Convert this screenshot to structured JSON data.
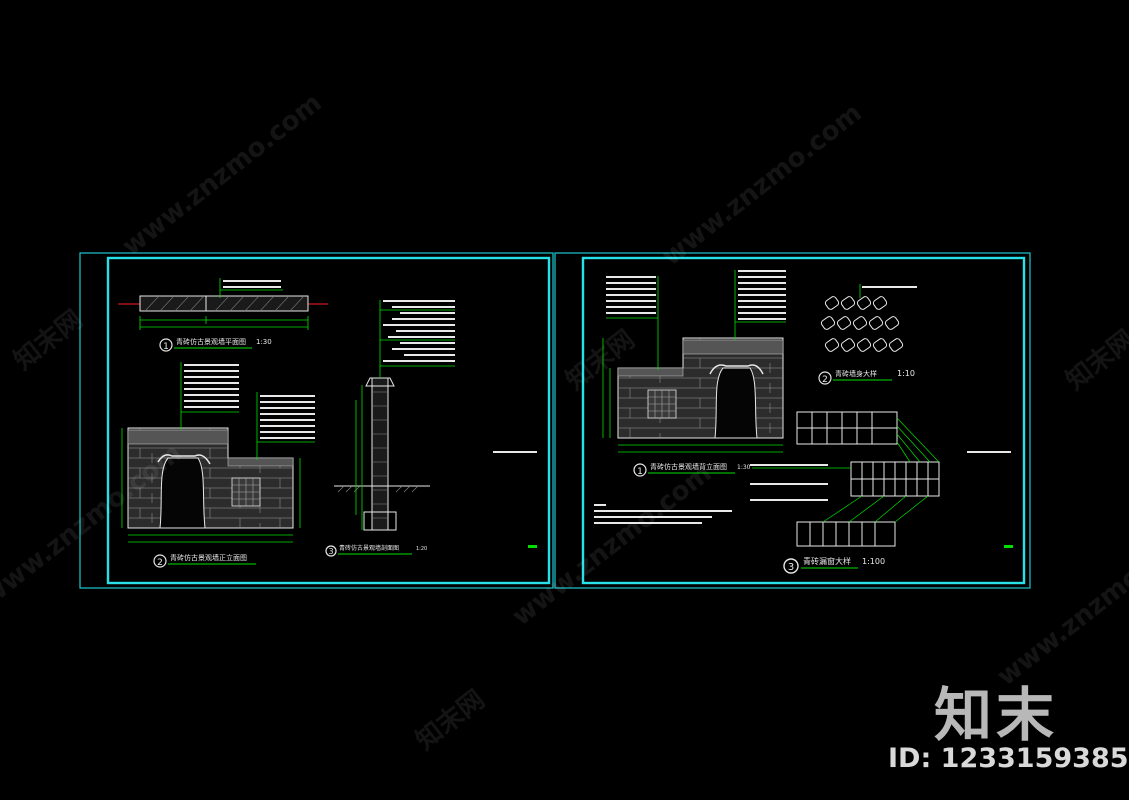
{
  "watermark": {
    "site": "www.znzmo.com",
    "cn": "知末网",
    "logo": "知末",
    "id_label": "ID: 1233159385"
  },
  "sheets": [
    {
      "views": [
        {
          "num": "1",
          "title": "青砖仿古景观墙平面图",
          "scale": "1:30"
        },
        {
          "num": "2",
          "title": "青砖仿古景观墙正立面图",
          "scale": ""
        },
        {
          "num": "3",
          "title": "青砖仿古景观墙剖面图",
          "scale": "1:20"
        }
      ]
    },
    {
      "views": [
        {
          "num": "1",
          "title": "青砖仿古景观墙背立面图",
          "scale": "1:30"
        },
        {
          "num": "2",
          "title": "青砖墙身大样",
          "scale": "1:10"
        },
        {
          "num": "3",
          "title": "青砖漏窗大样",
          "scale": "1:100"
        }
      ]
    }
  ],
  "colors": {
    "frame_outer": "#1ec8d0",
    "frame_inner": "#28e0e8",
    "dim_green": "#00e000",
    "line_white": "#e8e8e8",
    "section_red": "#ff2020"
  }
}
